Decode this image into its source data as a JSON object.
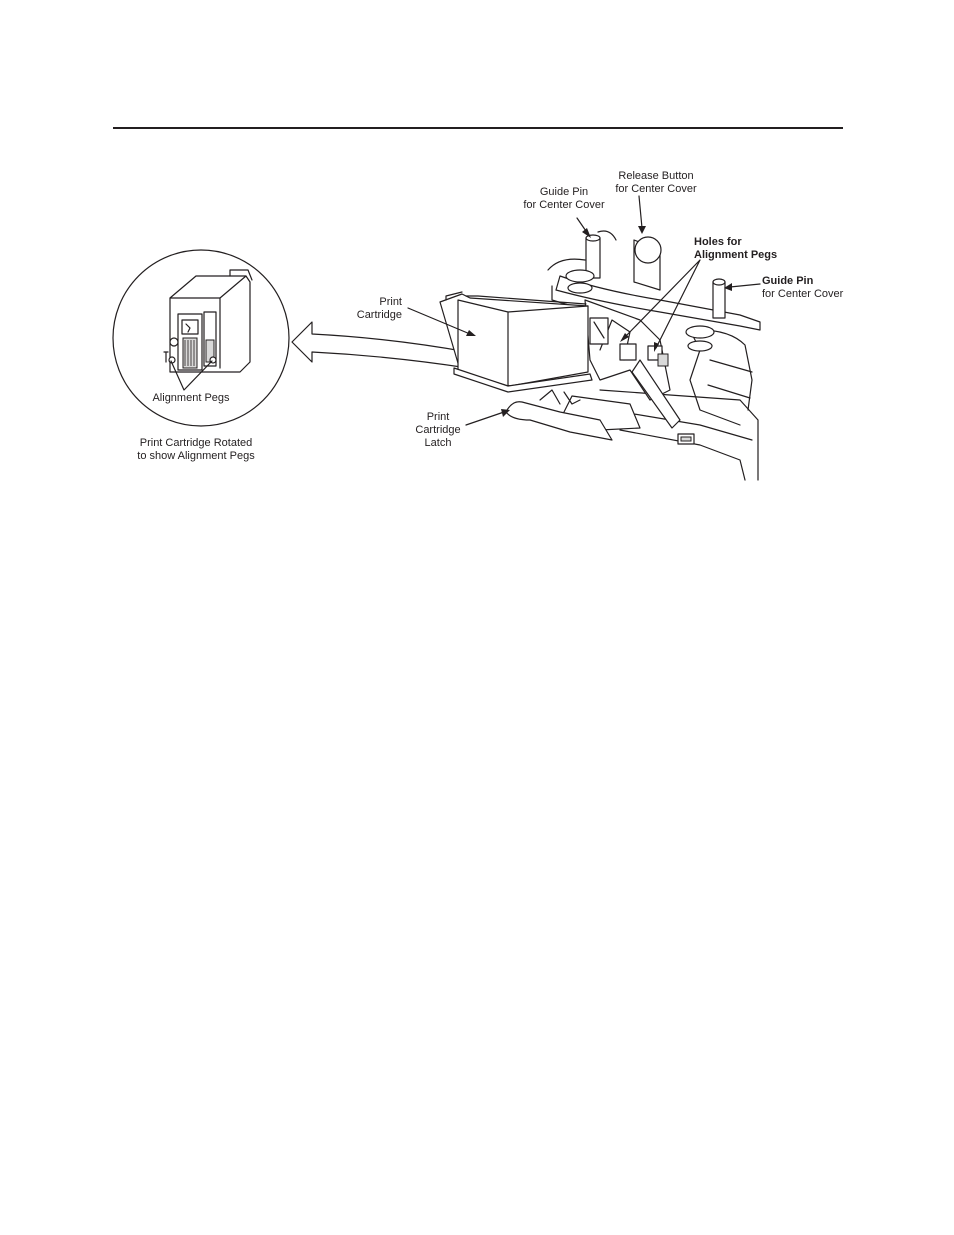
{
  "labels": {
    "guide_pin_1": [
      "Guide Pin",
      "for Center Cover"
    ],
    "release_button": [
      "Release Button",
      "for Center Cover"
    ],
    "holes": [
      "Holes for",
      "Alignment Pegs"
    ],
    "guide_pin_2": [
      "Guide Pin",
      "for Center Cover"
    ],
    "print_cartridge": [
      "Print",
      "Cartridge"
    ],
    "print_cartridge_latch": [
      "Print",
      "Cartridge",
      "Latch"
    ],
    "alignment_pegs": "Alignment Pegs",
    "caption": [
      "Print Cartridge Rotated",
      "to show Alignment Pegs"
    ]
  }
}
